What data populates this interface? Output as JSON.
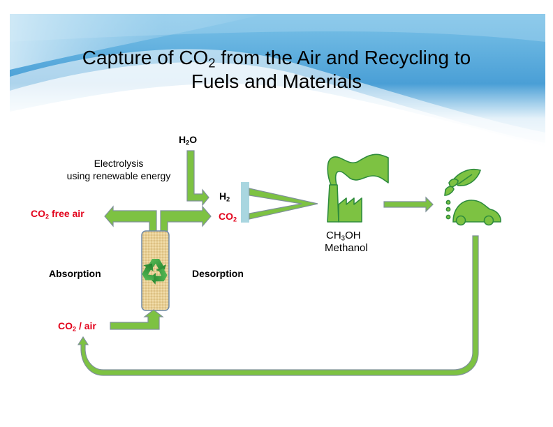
{
  "slide": {
    "title_line1_prefix": "Capture of CO",
    "title_line1_sub": "2",
    "title_line1_suffix": " from the Air and Recycling to",
    "title_line2": "Fuels and Materials"
  },
  "labels": {
    "h2o": {
      "main": "H",
      "sub": "2",
      "tail": "O"
    },
    "electrolysis_line1": "Electrolysis",
    "electrolysis_line2": "using renewable energy",
    "h2": {
      "main": "H",
      "sub": "2"
    },
    "co2_product": {
      "main": "CO",
      "sub": "2"
    },
    "co2_free_air": {
      "main": "CO",
      "sub": "2",
      "tail": " free air"
    },
    "absorption": "Absorption",
    "desorption": "Desorption",
    "co2_air": {
      "main": "CO",
      "sub": "2",
      "tail": " / air"
    },
    "methanol_formula": {
      "a": "CH",
      "sub": "3",
      "b": "OH"
    },
    "methanol_name": "Methanol"
  },
  "icons": {
    "absorber": "recycle-icon",
    "plant": "factory-icon",
    "end_use": "eco-car-icon"
  },
  "colors": {
    "arrow_fill": "#7dc242",
    "arrow_stroke": "#7f9199",
    "icon_green": "#7dc242",
    "icon_dark_green": "#2e8b3c",
    "red_text": "#e2001a",
    "banner_blue": "#4a9fd6",
    "mixer_blue": "#a9d6e0"
  }
}
